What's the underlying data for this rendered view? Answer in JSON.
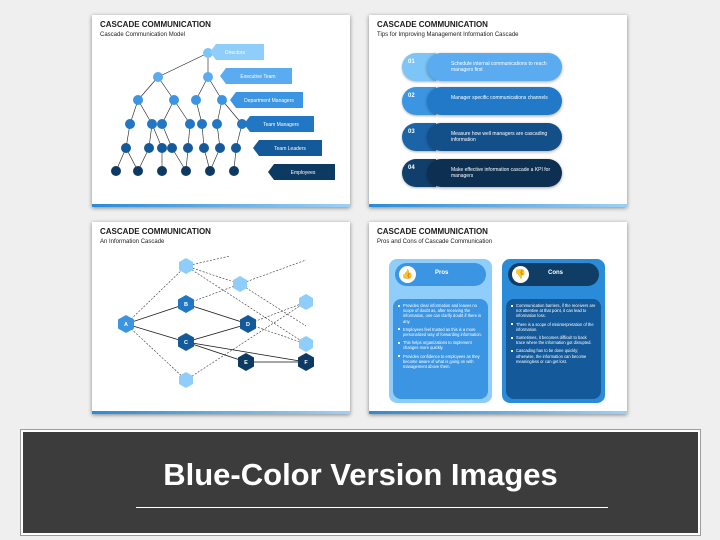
{
  "slides": [
    {
      "title": "CASCADE COMMUNICATION",
      "subtitle": "Cascade Communication Model",
      "labels": [
        "Directors",
        "Executive Team",
        "Department Managers",
        "Team Managers",
        "Team Leaders",
        "Employees"
      ]
    },
    {
      "title": "CASCADE COMMUNICATION",
      "subtitle": "Tips for Improving Management Information Cascade",
      "tips": [
        {
          "num": "01",
          "text": "Schedule internal communications to reach managers first"
        },
        {
          "num": "02",
          "text": "Manager specific communications channels"
        },
        {
          "num": "03",
          "text": "Measure how well managers are cascading information"
        },
        {
          "num": "04",
          "text": "Make effective information cascade a KPI for managers"
        }
      ]
    },
    {
      "title": "CASCADE COMMUNICATION",
      "subtitle": "An Information Cascade",
      "nodes": [
        "A",
        "B",
        "C",
        "D",
        "E",
        "F"
      ]
    },
    {
      "title": "CASCADE COMMUNICATION",
      "subtitle": "Pros and Cons of Cascade Communication",
      "pros": {
        "label": "Pros",
        "items": [
          "Provides clear information and leaves no scope of doubt as, after receiving the information, one can clarify doubt if there is any.",
          "Employees feel trusted as this is a more personalized way of forwarding information.",
          "This helps organizations to implement changes more quickly.",
          "Provides confidence to employees as they become aware of what is going on with management above them."
        ]
      },
      "cons": {
        "label": "Cons",
        "items": [
          "Communication barriers, if the receivers are not attentive at that point, it can lead to information loss.",
          "There is a scope of misinterpretation of the information.",
          "Sometimes, it becomes difficult to back trace where the information got disrupted.",
          "Cascading has to be done quickly; otherwise, the information can become meaningless or can get lost."
        ]
      }
    }
  ],
  "banner": {
    "text": "Blue-Color Version Images"
  },
  "colors": {
    "navy": "#103a5c",
    "blue": "#1f73c7",
    "light": "#5fb0f2",
    "accent": "#2a8bd8"
  }
}
